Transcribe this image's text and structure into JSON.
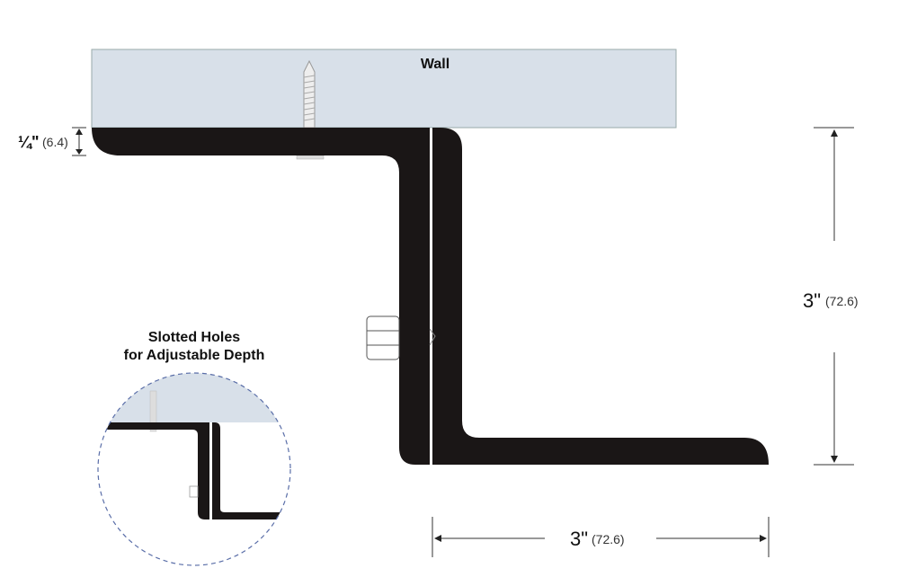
{
  "wall_label": "Wall",
  "inset_title_line1": "Slotted Holes",
  "inset_title_line2": "for Adjustable Depth",
  "dim_thickness": {
    "value": "¼\"",
    "metric": "(6.4)"
  },
  "dim_height": {
    "value": "3\"",
    "metric": "(72.6)"
  },
  "dim_width": {
    "value": "3\"",
    "metric": "(72.6)"
  },
  "colors": {
    "wall": "#d8e0e9",
    "bracket": "#1a1616",
    "inset_border": "#5a6ea8"
  }
}
